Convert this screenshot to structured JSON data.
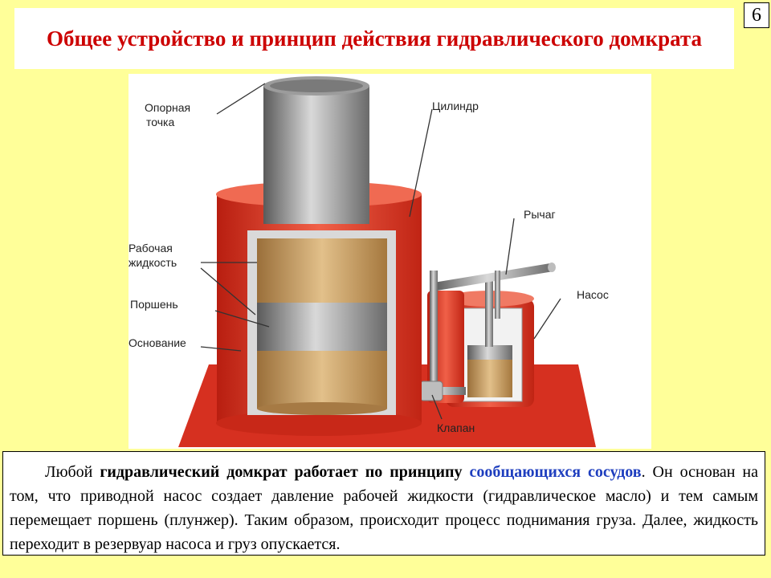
{
  "slide": {
    "title": "Общее устройство и принцип действия гидравлического домкрата",
    "page_number": "6"
  },
  "diagram": {
    "labels": {
      "support_point_1": "Опорная",
      "support_point_2": "точка",
      "cylinder": "Цилиндр",
      "lever": "Рычаг",
      "pump": "Насос",
      "working_fluid_1": "Рабочая",
      "working_fluid_2": "жидкость",
      "piston": "Поршень",
      "base": "Основание",
      "valve": "Клапан"
    },
    "colors": {
      "red": "#e0301e",
      "gray": "#8f8f8f",
      "fluid": "#c8a06a"
    }
  },
  "description": {
    "p1": "Любой ",
    "p2": "гидравлический домкрат работает по принципу",
    "p3": " ",
    "p4": "сообщающихся сосудов",
    "p5": ". Он основан на том, что приводной насос создает давление рабочей жидкости (гидравлическое масло) и тем самым перемещает поршень (плунжер). Таким образом, происходит процесс поднимания груза. Далее, жидкость переходит в резервуар насоса и груз опускается."
  }
}
